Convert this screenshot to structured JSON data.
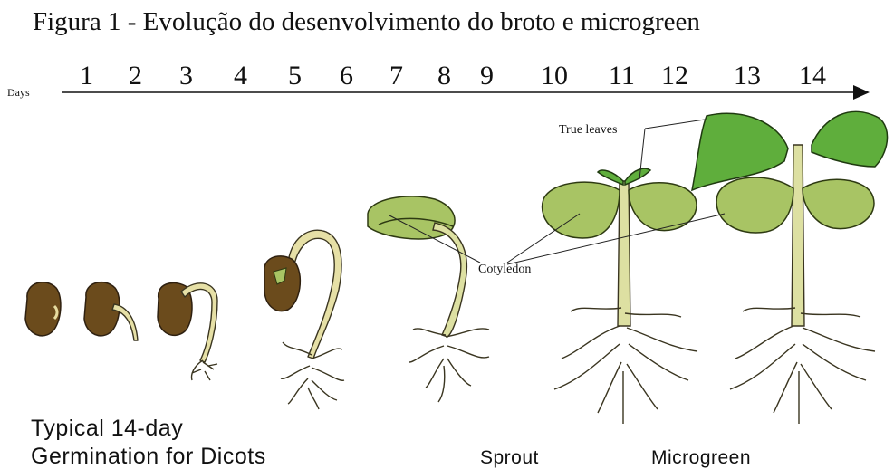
{
  "caption": "Figura 1 - Evolução do desenvolvimento do broto e microgreen",
  "timeline": {
    "axis_label": "Days",
    "days": [
      "1",
      "2",
      "3",
      "4",
      "5",
      "6",
      "7",
      "8",
      "9",
      "10",
      "11",
      "12",
      "13",
      "14"
    ]
  },
  "annotations": {
    "true_leaves": "True leaves",
    "cotyledon": "Cotyledon"
  },
  "title_lines": [
    "Typical 14-day",
    "Germination for Dicots"
  ],
  "stages": {
    "sprout": "Sprout",
    "microgreen": "Microgreen"
  },
  "colors": {
    "seed": "#6b4b1c",
    "cotyledon": "#a8c464",
    "true_leaf": "#5fae3c",
    "root": "#e6e0a6"
  }
}
